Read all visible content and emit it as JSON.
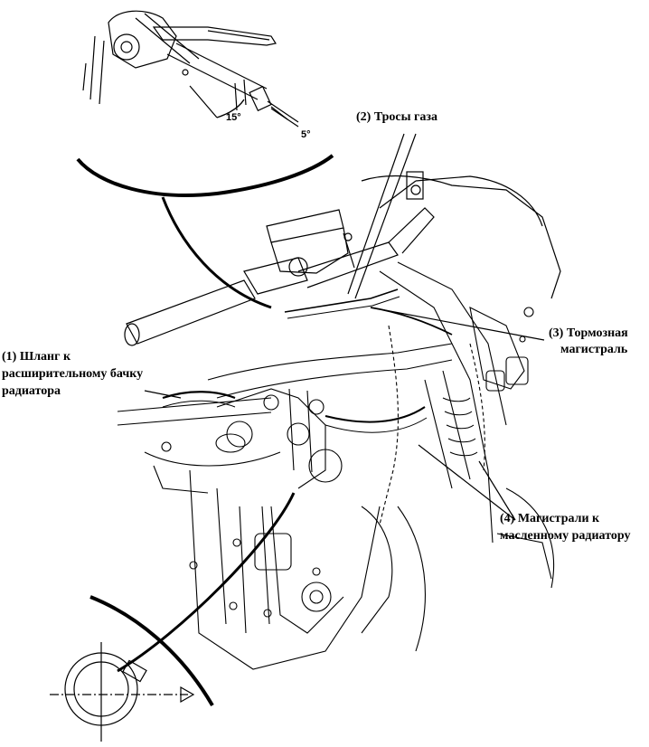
{
  "callouts": {
    "throttle_cables": "(2) Тросы газа",
    "brake_line_1": "(3) Тормозная",
    "brake_line_2": "магистраль",
    "hose_1": "(1) Шланг к",
    "hose_2": "расширительному бачку",
    "hose_3": "радиатора",
    "oil_lines_1": "(4) Магистрали к",
    "oil_lines_2": "масленному радиатору"
  },
  "inset_top": {
    "angle_large": "15°",
    "angle_small": "5°"
  },
  "colors": {
    "ink": "#000000",
    "paper": "#ffffff"
  }
}
